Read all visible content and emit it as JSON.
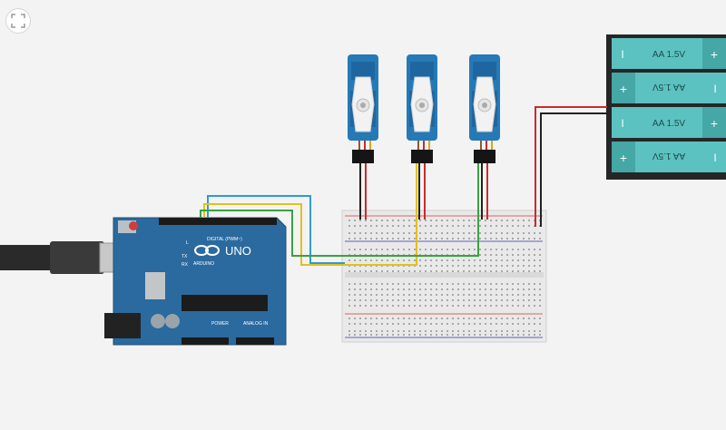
{
  "toolbar": {
    "fit_icon": "fit-to-view-icon"
  },
  "arduino": {
    "model_label": "UNO",
    "brand_label": "ARDUINO",
    "digital_label": "DIGITAL (PWM~)",
    "power_label": "POWER",
    "analog_label": "ANALOG IN",
    "led_l": "L",
    "led_tx": "TX",
    "led_rx": "RX"
  },
  "battery_pack": {
    "cells": [
      {
        "label": "AA 1.5V",
        "flipped": false
      },
      {
        "label": "AA 1.5V",
        "flipped": true
      },
      {
        "label": "AA 1.5V",
        "flipped": false
      },
      {
        "label": "AA 1.5V",
        "flipped": true
      }
    ],
    "plus_symbol": "+",
    "minus_symbol": "I"
  },
  "servos": [
    {
      "id": "servo-1"
    },
    {
      "id": "servo-2"
    },
    {
      "id": "servo-3"
    }
  ],
  "colors": {
    "board_blue": "#2b6a9e",
    "servo_blue": "#2579b7",
    "battery_teal": "#5bc2c1",
    "wire_red": "#cc2a2a",
    "wire_black": "#222222",
    "wire_yellow": "#e3c01d",
    "wire_green": "#3aa142",
    "wire_blue": "#2e9bd6"
  }
}
